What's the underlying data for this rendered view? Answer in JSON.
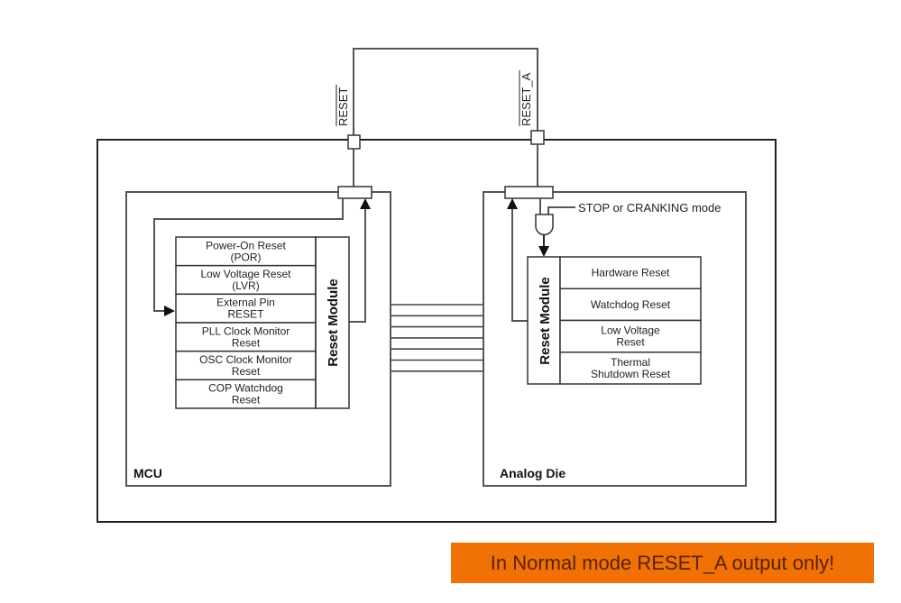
{
  "diagram": {
    "pins": {
      "reset": "RESET",
      "reset_a": "RESET_A"
    },
    "mcu": {
      "label": "MCU",
      "module_label": "Reset Module",
      "sources": [
        [
          "Power-On Reset",
          "(POR)"
        ],
        [
          "Low Voltage Reset",
          "(LVR)"
        ],
        [
          "External Pin",
          "RESET"
        ],
        [
          "PLL Clock Monitor",
          "Reset"
        ],
        [
          "OSC Clock Monitor",
          "Reset"
        ],
        [
          "COP Watchdog",
          "Reset"
        ]
      ]
    },
    "analog_die": {
      "label": "Analog Die",
      "module_label": "Reset Module",
      "gate_input_label": "STOP or CRANKING mode",
      "sources": [
        [
          "Hardware Reset"
        ],
        [
          "Watchdog Reset"
        ],
        [
          "Low Voltage",
          "Reset"
        ],
        [
          "Thermal",
          "Shutdown Reset"
        ]
      ]
    },
    "bus_line_count": 7
  },
  "note": {
    "text": "In Normal mode RESET_A output only!",
    "background": "#f07106",
    "color": "#5a2204"
  }
}
